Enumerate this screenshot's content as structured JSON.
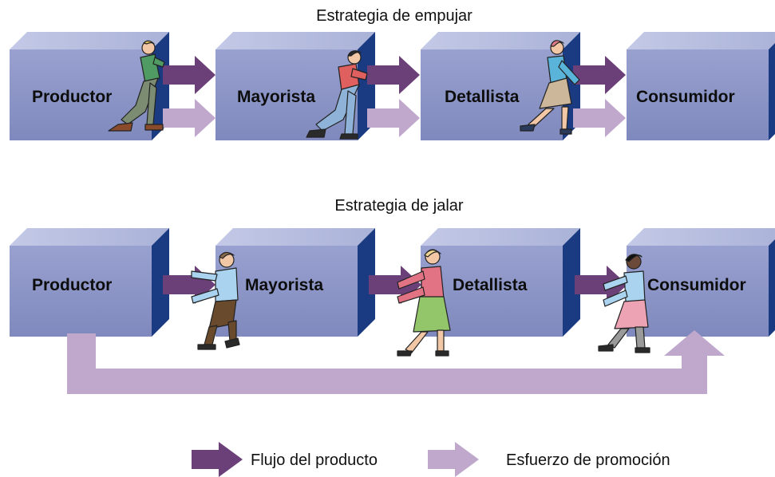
{
  "push": {
    "title": "Estrategia de empujar",
    "boxes": [
      "Productor",
      "Mayorista",
      "Detallista",
      "Consumidor"
    ]
  },
  "pull": {
    "title": "Estrategia de jalar",
    "boxes": [
      "Productor",
      "Mayorista",
      "Detallista",
      "Consumidor"
    ]
  },
  "legend": {
    "product_flow": "Flujo del producto",
    "promotion_effort": "Esfuerzo de promoción"
  },
  "colors": {
    "box_front": "#8b95c6",
    "box_top": "#b7bedf",
    "box_side": "#1a3a82",
    "product_arrow": "#6b3f78",
    "promotion_arrow": "#bfa8cc"
  }
}
